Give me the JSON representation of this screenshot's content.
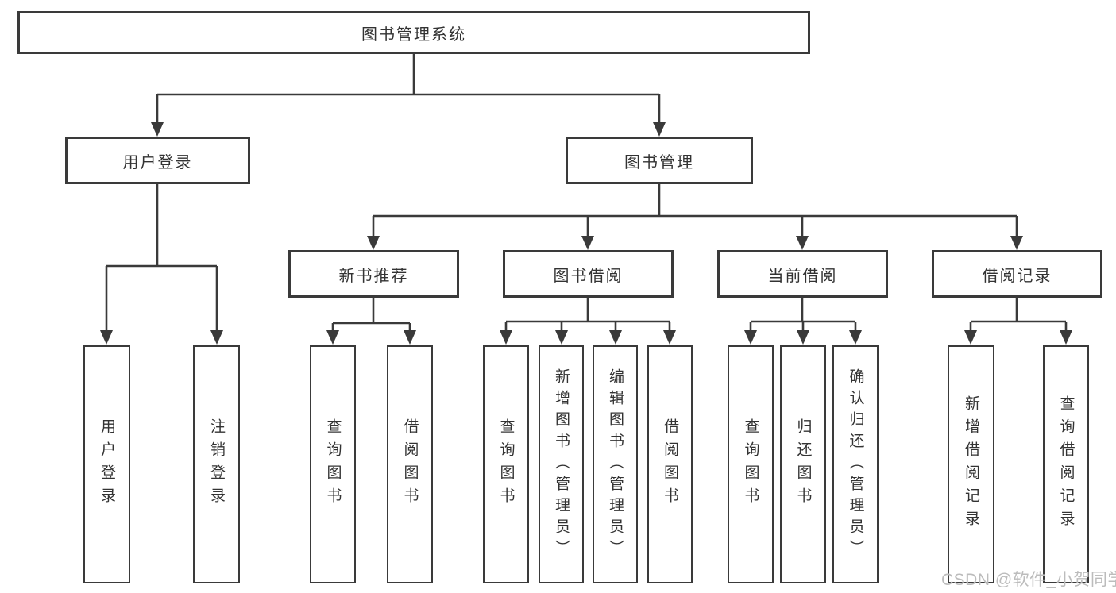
{
  "diagram": {
    "root": {
      "label": "图书管理系统",
      "children": [
        {
          "label": "用户登录",
          "children": [
            {
              "label": "用户登录"
            },
            {
              "label": "注销登录"
            }
          ]
        },
        {
          "label": "图书管理",
          "children": [
            {
              "label": "新书推荐",
              "children": [
                {
                  "label": "查询图书"
                },
                {
                  "label": "借阅图书"
                }
              ]
            },
            {
              "label": "图书借阅",
              "children": [
                {
                  "label": "查询图书"
                },
                {
                  "label": "新增图书（管理员）"
                },
                {
                  "label": "编辑图书（管理员）"
                },
                {
                  "label": "借阅图书"
                }
              ]
            },
            {
              "label": "当前借阅",
              "children": [
                {
                  "label": "查询图书"
                },
                {
                  "label": "归还图书"
                },
                {
                  "label": "确认归还（管理员）"
                }
              ]
            },
            {
              "label": "借阅记录",
              "children": [
                {
                  "label": "新增借阅记录"
                },
                {
                  "label": "查询借阅记录"
                }
              ]
            }
          ]
        }
      ]
    },
    "colors": {
      "line": "#3a3a3a",
      "text": "#333333",
      "background": "#ffffff",
      "watermark": "#bcbcbc"
    }
  },
  "watermark": {
    "text": "CSDN @软件_小贺同学"
  }
}
